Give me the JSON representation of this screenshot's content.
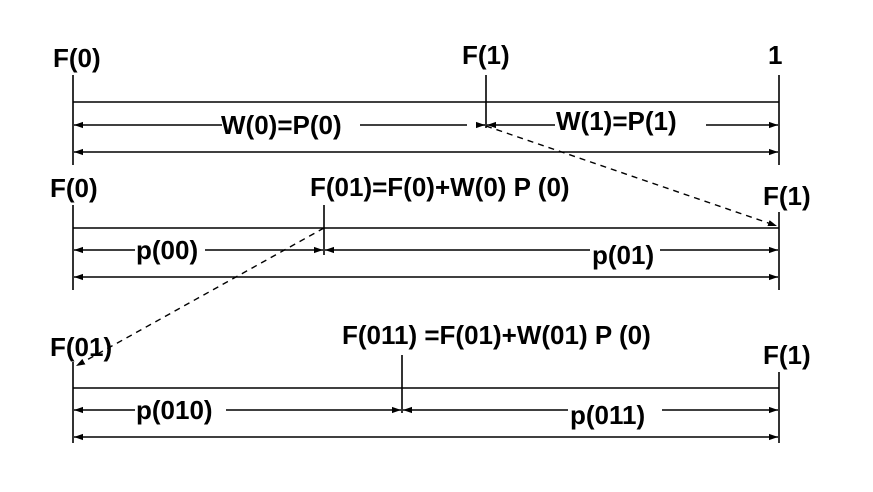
{
  "labels": {
    "row1_left": "F(0)",
    "row1_mid": "F(1)",
    "row1_right": "1",
    "w0": "W(0)=P(0)",
    "w1": "W(1)=P(1)",
    "row2_left": "F(0)",
    "row2_mid": "F(01)=F(0)+W(0) P (0)",
    "row2_right": "F(1)",
    "p00": "p(00)",
    "p01": "p(01)",
    "row3_left": "F(01)",
    "row3_mid": "F(011) =F(01)+W(01) P (0)",
    "row3_right": "F(1)",
    "p010": "p(010)",
    "p011": "p(011)"
  }
}
